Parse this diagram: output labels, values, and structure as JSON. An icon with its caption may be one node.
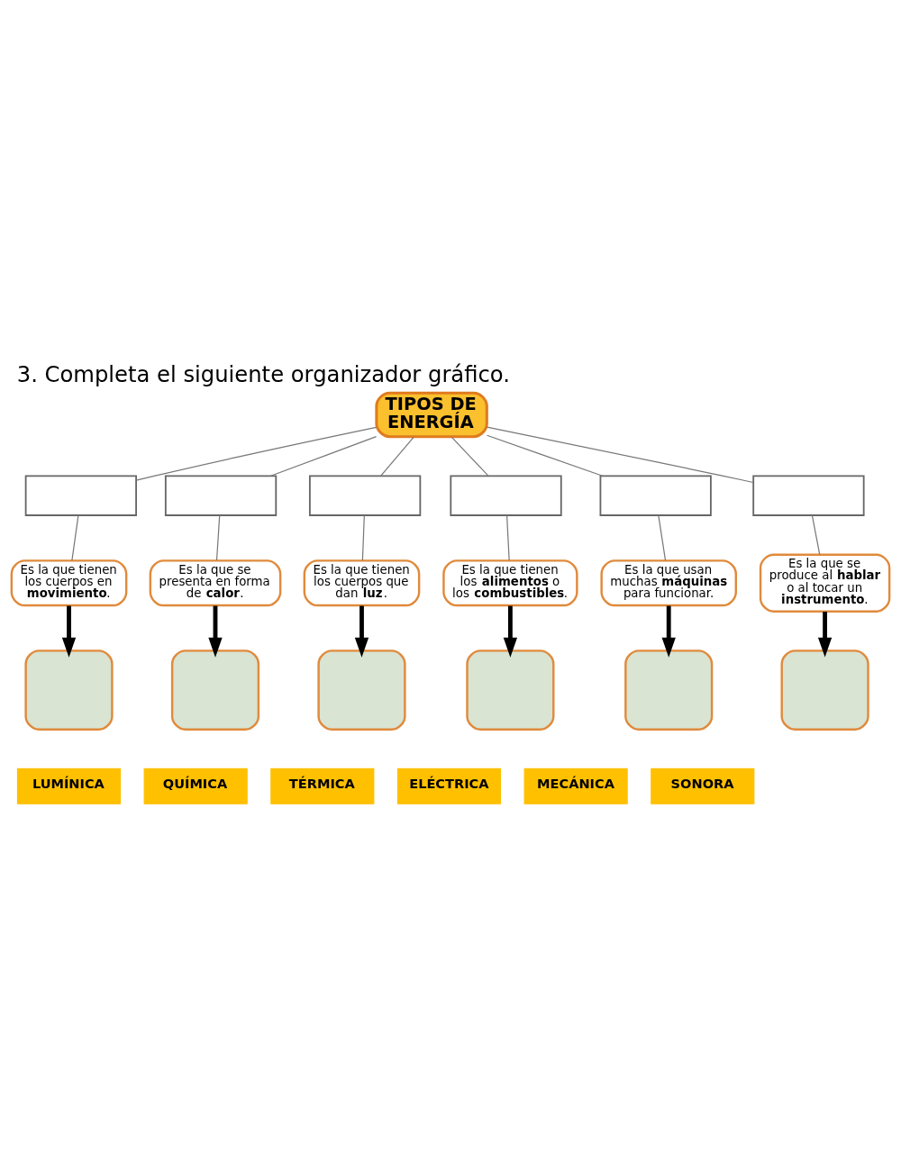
{
  "diagram": {
    "title": "3. Completa el siguiente organizador gráfico.",
    "nodes": [
      {
        "text": [
          "TIPOS DE ENERGÍA"
        ]
      },
      {
        "text": [],
        "shape": "box"
      },
      {
        "text": [],
        "shape": "box"
      },
      {
        "text": [],
        "shape": "box"
      },
      {
        "text": [],
        "shape": "box"
      },
      {
        "text": [],
        "shape": "box"
      },
      {
        "text": [],
        "shape": "box"
      },
      {
        "text": [
          "Es la que tienen los cuerpos en **movimiento**."
        ]
      },
      {
        "text": [
          "Es la que se presenta en forma de **calor**."
        ]
      },
      {
        "text": [
          "Es la que tienen los cuerpos que dan **luz**."
        ]
      },
      {
        "text": [
          "Es la que tienen los **alimentos** o los **combustibles**."
        ]
      },
      {
        "text": [
          "Es la que usan muchas **máquinas** para funcionar."
        ]
      },
      {
        "text": [
          "Es la que se produce al **hablar** o al tocar un **instrumento**."
        ]
      },
      {
        "text": [],
        "shape": "box"
      },
      {
        "text": [],
        "shape": "box"
      },
      {
        "text": [],
        "shape": "box"
      },
      {
        "text": [],
        "shape": "box"
      },
      {
        "text": [],
        "shape": "box"
      },
      {
        "text": [],
        "shape": "box"
      },
      {
        "text": [
          "LUMÍNICA"
        ]
      },
      {
        "text": [
          "QUÍMICA"
        ]
      },
      {
        "text": [
          "TÉRMICA"
        ]
      },
      {
        "text": [
          "ELÉCTRICA"
        ]
      },
      {
        "text": [
          "MECÁNICA"
        ]
      },
      {
        "text": [
          "SONORA"
        ]
      }
    ],
    "edges": [
      {
        "from": 0,
        "to": 1,
        "arrow": "none"
      },
      {
        "from": 0,
        "to": 2,
        "arrow": "none"
      },
      {
        "from": 0,
        "to": 3,
        "arrow": "none"
      },
      {
        "from": 0,
        "to": 4,
        "arrow": "none"
      },
      {
        "from": 0,
        "to": 5,
        "arrow": "none"
      },
      {
        "from": 0,
        "to": 6,
        "arrow": "none"
      },
      {
        "from": 1,
        "to": 7,
        "arrow": "none"
      },
      {
        "from": 2,
        "to": 8,
        "arrow": "none"
      },
      {
        "from": 3,
        "to": 9,
        "arrow": "none"
      },
      {
        "from": 4,
        "to": 10,
        "arrow": "none"
      },
      {
        "from": 5,
        "to": 11,
        "arrow": "none"
      },
      {
        "from": 6,
        "to": 12,
        "arrow": "none"
      },
      {
        "from": 7,
        "to": 13,
        "arrow": "to",
        "style": "thick",
        "color": "#000000"
      },
      {
        "from": 8,
        "to": 14,
        "arrow": "to",
        "style": "thick",
        "color": "#000000"
      },
      {
        "from": 9,
        "to": 15,
        "arrow": "to",
        "style": "thick",
        "color": "#000000"
      },
      {
        "from": 10,
        "to": 16,
        "arrow": "to",
        "style": "thick",
        "color": "#000000"
      },
      {
        "from": 11,
        "to": 17,
        "arrow": "to",
        "style": "thick",
        "color": "#000000"
      },
      {
        "from": 12,
        "to": 18,
        "arrow": "to",
        "style": "thick",
        "color": "#000000"
      }
    ]
  }
}
